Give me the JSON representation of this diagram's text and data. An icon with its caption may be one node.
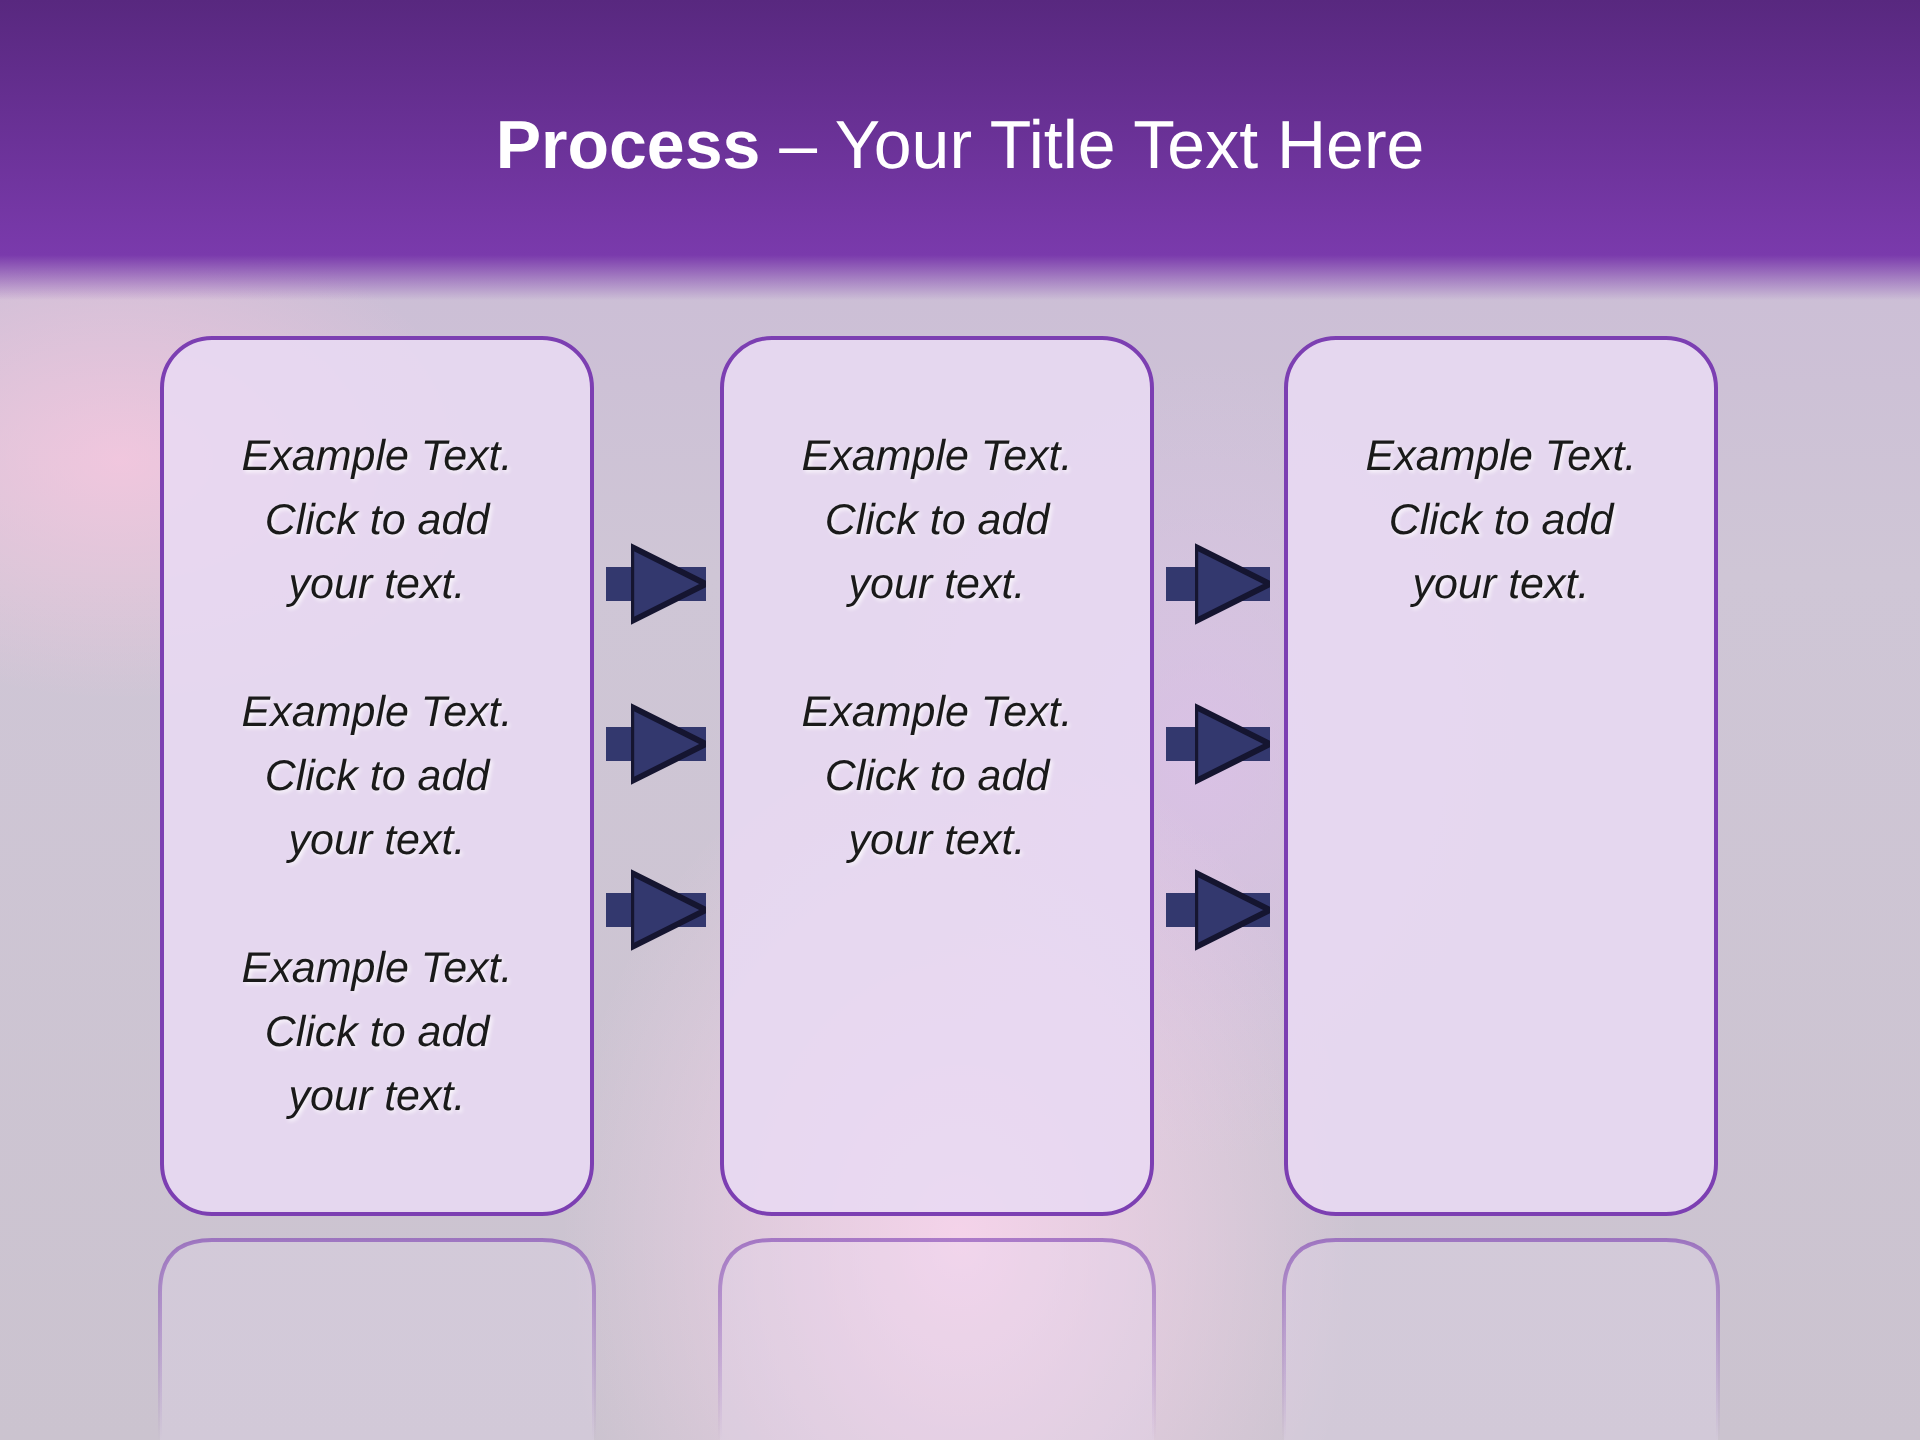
{
  "diagram": {
    "title": "**Process** – Your Title Text Here",
    "nodes": [
      {
        "text": [
          "Example Text. Click to add your text.",
          "Example Text. Click to add your text.",
          "Example Text. Click to add your text."
        ]
      },
      {
        "text": [
          "Example Text. Click to add your text.",
          "Example Text. Click to add your text."
        ]
      },
      {
        "text": [
          "Example Text. Click to add your text."
        ]
      }
    ],
    "edges": [
      {
        "from": 0,
        "to": 1,
        "arrow": "to"
      },
      {
        "from": 0,
        "to": 1,
        "arrow": "to"
      },
      {
        "from": 0,
        "to": 1,
        "arrow": "to"
      },
      {
        "from": 1,
        "to": 2,
        "arrow": "to"
      },
      {
        "from": 1,
        "to": 2,
        "arrow": "to"
      },
      {
        "from": 1,
        "to": 2,
        "arrow": "to"
      }
    ]
  }
}
